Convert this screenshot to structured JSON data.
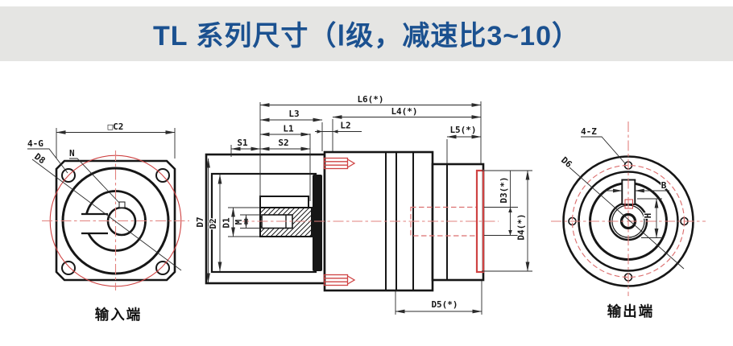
{
  "page": {
    "title": "TL 系列尺寸（Ⅰ级，减速比3~10）",
    "banner_color": "#e5e5e3",
    "title_color": "#1b5190",
    "background": "#ffffff"
  },
  "colors": {
    "drawing_line": "#161616",
    "dimension_line": "#2b2b2b",
    "red_accent": "#cf4343",
    "red_centerline": "#e2807d"
  },
  "input_view": {
    "caption": "输入端",
    "dim_c2": "□C2",
    "label_4g": "4-G",
    "label_n": "N",
    "label_d8": "D8"
  },
  "side_view": {
    "dim_l6": "L6(*)",
    "dim_l4": "L4(*)",
    "dim_l5": "L5(*)",
    "dim_l3": "L3",
    "dim_l2": "L2",
    "dim_l1": "L1",
    "dim_s1": "S1",
    "dim_s2": "S2",
    "dim_d7": "D7",
    "dim_d2": "D2",
    "dim_d1": "D1",
    "dim_m": "M",
    "dim_d3": "D3(*)",
    "dim_d4": "D4(*)",
    "dim_d5": "D5(*)"
  },
  "output_view": {
    "caption": "输出端",
    "label_4z": "4-Z",
    "label_d6": "D6",
    "dim_b": "B",
    "dim_h": "H"
  }
}
